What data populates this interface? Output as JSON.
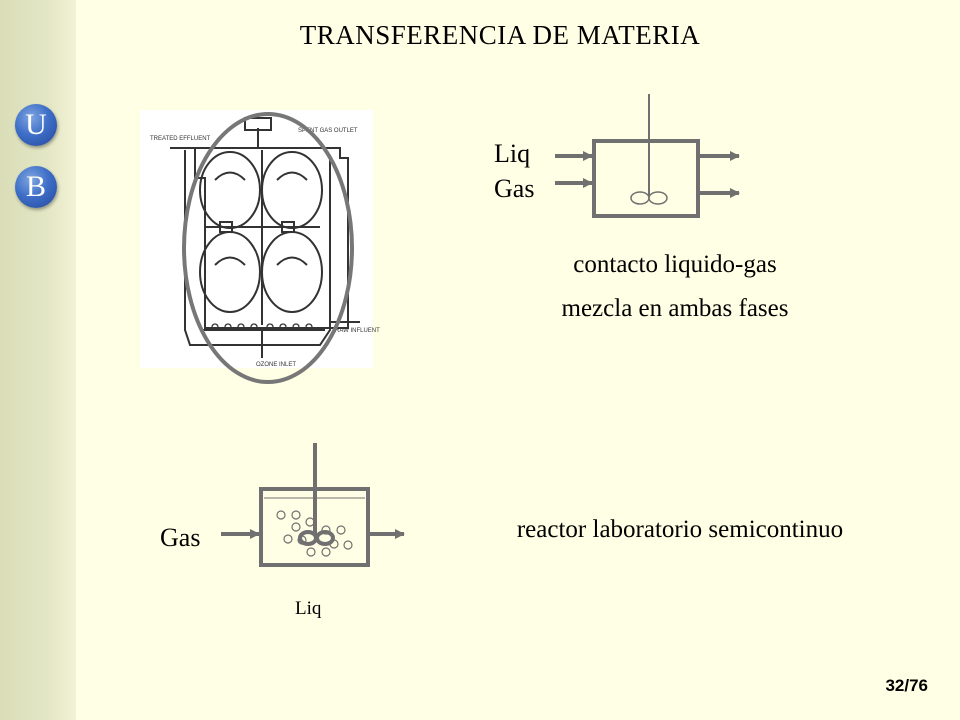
{
  "slide": {
    "title": "TRANSFERENCIA DE MATERIA",
    "page_number": "32/76",
    "logo": {
      "letter_top": "U",
      "letter_bottom": "B"
    },
    "photo": {
      "label_treated_effluent": "TREATED EFFLUENT",
      "label_spent_gas": "SPENT GAS OUTLET",
      "label_raw_influent": "RAW INFLUENT",
      "label_gas_inlet": "OZONE INLET",
      "highlight_color": "#777777"
    },
    "diagram1": {
      "label_liq": "Liq",
      "label_gas": "Gas",
      "caption_line1": "contacto liquido-gas",
      "caption_line2": "mezcla en ambas fases",
      "stroke_color": "#707070"
    },
    "diagram2": {
      "label_gas": "Gas",
      "label_liq": "Liq",
      "caption": "reactor laboratorio semicontinuo",
      "stroke_color": "#707070"
    }
  }
}
